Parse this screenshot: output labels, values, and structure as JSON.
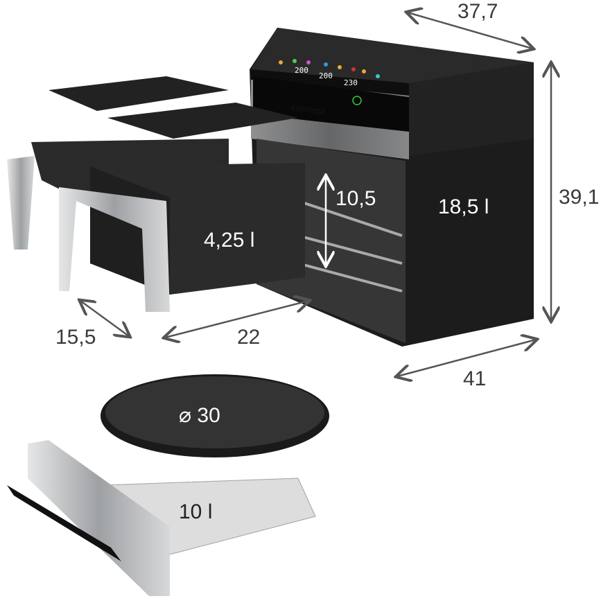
{
  "product": {
    "brand": "concept",
    "display_temps": [
      "200",
      "200",
      "230"
    ]
  },
  "dimensions": {
    "depth": "37,7",
    "height": "39,1",
    "width": "41",
    "drawer_width": "22",
    "drawer_depth": "15,5",
    "rack_height": "10,5"
  },
  "capacities": {
    "main_chamber": "18,5 l",
    "basket": "4,25 l",
    "pan_diameter": "⌀ 30",
    "rotisserie_basket": "10 l"
  },
  "colors": {
    "body": "#1e1e1e",
    "steel": "#b9bcbf",
    "text": "#3a3a3a"
  }
}
